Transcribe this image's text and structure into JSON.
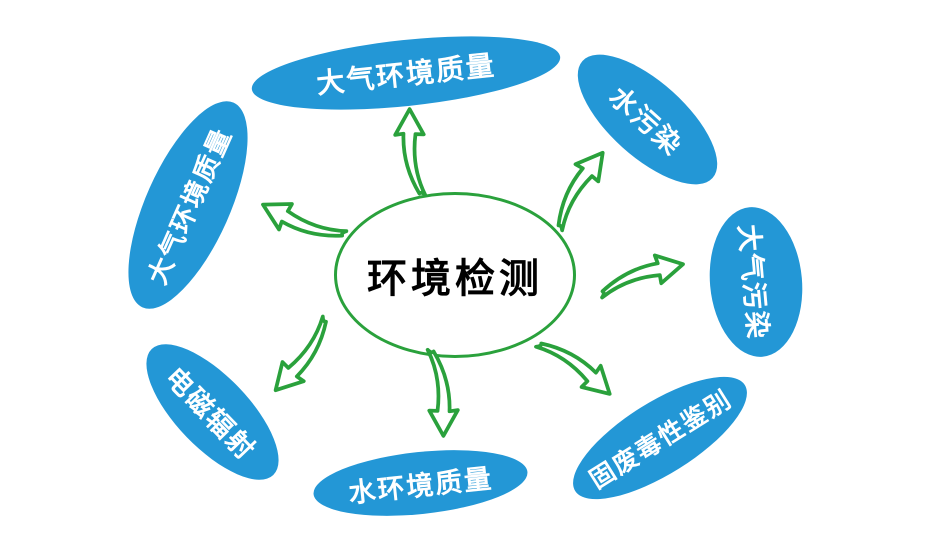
{
  "diagram": {
    "center": {
      "label": "环境检测"
    },
    "nodes": [
      {
        "id": "top",
        "label": "大气环境质量"
      },
      {
        "id": "top-right",
        "label": "水污染"
      },
      {
        "id": "right",
        "label": "大气污染"
      },
      {
        "id": "bottom-right",
        "label": "固废毒性鉴别"
      },
      {
        "id": "bottom",
        "label": "水环境质量"
      },
      {
        "id": "bottom-left",
        "label": "电磁辐射"
      },
      {
        "id": "left",
        "label": "大气环境质量"
      }
    ],
    "colors": {
      "node_fill": "#2397d6",
      "node_text": "#ffffff",
      "arrow_green": "#2aa13c",
      "center_border": "#2aa13c",
      "center_text": "#000000",
      "background": "#ffffff"
    }
  }
}
